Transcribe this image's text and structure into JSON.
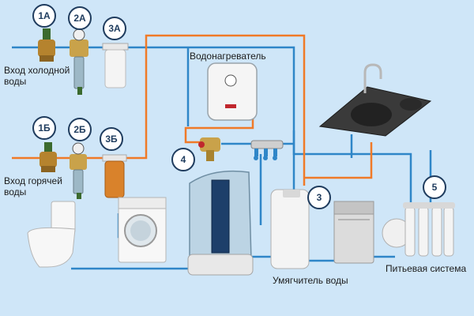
{
  "labels": {
    "cold_inlet": "Вход холодной воды",
    "hot_inlet": "Вход горячей воды",
    "water_heater": "Водонагреватель",
    "water_softener": "Умягчитель воды",
    "drinking_system": "Питьевая система"
  },
  "badges": {
    "b1a": "1А",
    "b2a": "2А",
    "b3a": "3А",
    "b1b": "1Б",
    "b2b": "2Б",
    "b3b": "3Б",
    "b3": "3",
    "b4": "4",
    "b5": "5"
  },
  "colors": {
    "cold_pipe": "#2f86c8",
    "hot_pipe": "#f07a28",
    "badge_border": "#1f3c5e",
    "background": "#cfe6f8"
  }
}
